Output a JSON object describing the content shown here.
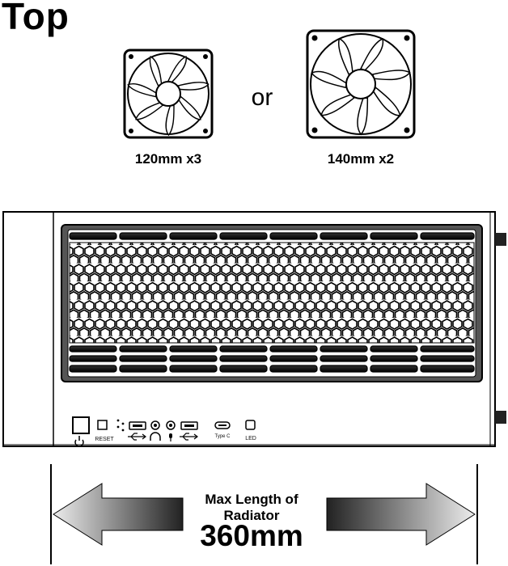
{
  "title": "Top",
  "fans": {
    "small": {
      "label": "120mm x3"
    },
    "separator": "or",
    "large": {
      "label": "140mm x2"
    }
  },
  "io_panel": {
    "reset_label": "RESET",
    "typec_label": "Type C",
    "led_label": "LED"
  },
  "radiator": {
    "title": "Max Length of Radiator",
    "value": "360mm"
  }
}
